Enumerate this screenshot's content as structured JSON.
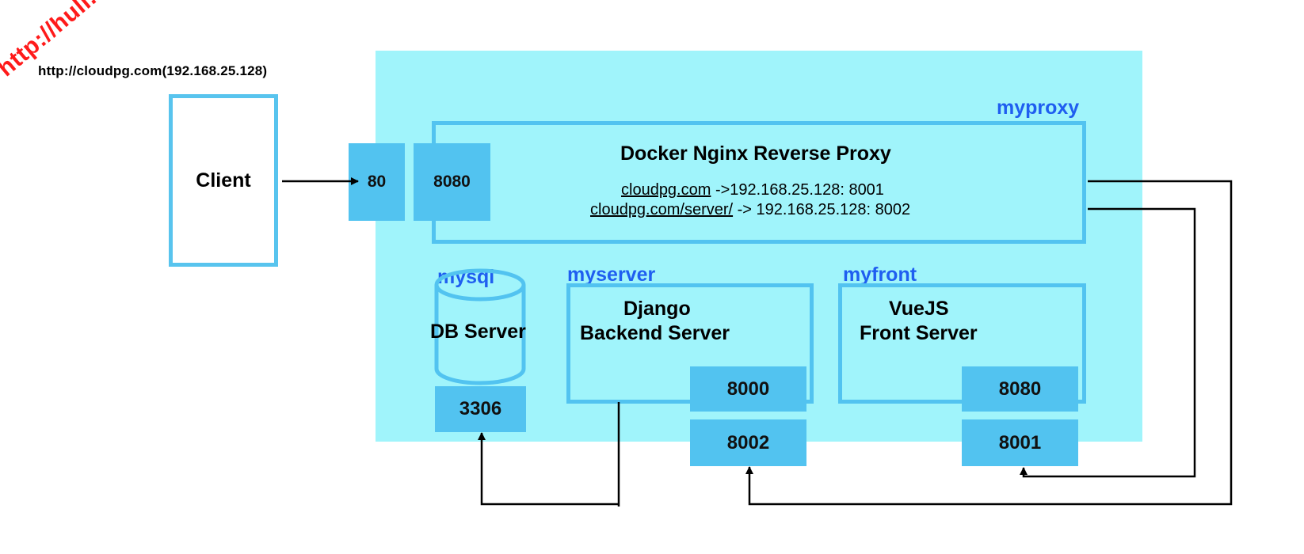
{
  "host_label": "http://cloudpg.com(192.168.25.128)",
  "watermark": "http://hull.kr",
  "client": {
    "label": "Client"
  },
  "proxy": {
    "name": "myproxy",
    "title": "Docker Nginx Reverse Proxy",
    "port_external": "80",
    "port_internal": "8080",
    "routes": [
      {
        "domain": "cloudpg.com",
        "target": " ->192.168.25.128: 8001"
      },
      {
        "domain": "cloudpg.com/server/",
        "target": " -> 192.168.25.128: 8002"
      }
    ]
  },
  "mysql": {
    "name": "mysql",
    "label": "DB Server",
    "port": "3306"
  },
  "server": {
    "name": "myserver",
    "line1": "Django",
    "line2": "Backend Server",
    "port_internal": "8000",
    "port_external": "8002"
  },
  "front": {
    "name": "myfront",
    "line1": "VueJS",
    "line2": "Front Server",
    "port_internal": "8080",
    "port_external": "8001"
  },
  "colors": {
    "host_bg": "#a0f4fb",
    "port_fill": "#52c3f0",
    "container_border": "#52c3f0",
    "container_name": "#1f5ef0",
    "watermark": "#ff1a1a"
  }
}
